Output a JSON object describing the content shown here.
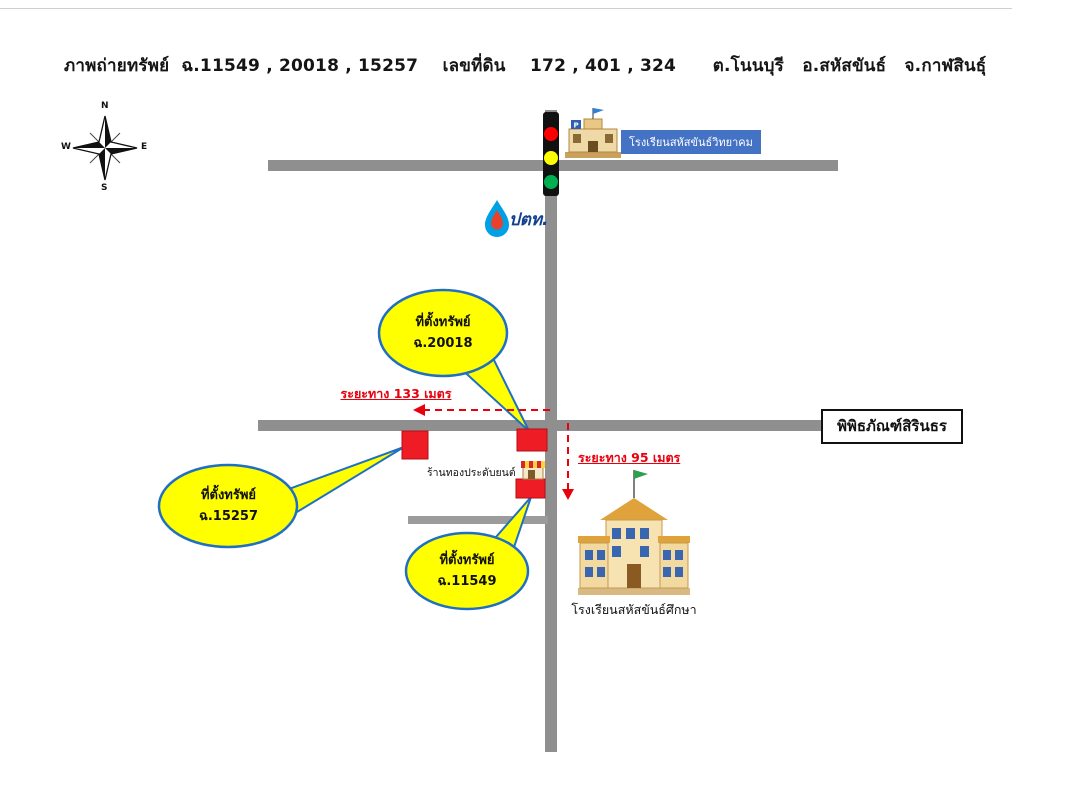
{
  "title": "ภาพถ่ายทรัพย์  ฉ.11549 , 20018 , 15257    เลขที่ดิน    172 , 401 , 324      ต.โนนบุรี   อ.สหัสขันธ์   จ.กาฬสินธุ์",
  "compass": {
    "n": "N",
    "e": "E",
    "s": "S",
    "w": "W"
  },
  "landmarks": {
    "school_top_label": "โรงเรียนสหัสขันธ์วิทยาคม",
    "school_top_sign": "P",
    "ptt_label": "ปตท.",
    "museum_label": "พิพิธภัณฑ์สิรินธร",
    "gold_shop_label": "ร้านทองประดับยนต์",
    "school_bottom_label": "โรงเรียนสหัสขันธ์ศึกษา"
  },
  "callouts": [
    {
      "line1": "ที่ตั้งทรัพย์",
      "line2": "ฉ.20018"
    },
    {
      "line1": "ที่ตั้งทรัพย์",
      "line2": "ฉ.15257"
    },
    {
      "line1": "ที่ตั้งทรัพย์",
      "line2": "ฉ.11549"
    }
  ],
  "distances": [
    {
      "label": "ระยะทาง 133 เมตร"
    },
    {
      "label": "ระยะทาง 95 เมตร"
    }
  ],
  "colors": {
    "road": "#8f8f8f",
    "callout_fill": "#ffff00",
    "callout_border": "#1f6fc4",
    "property_marker": "#ee1c25",
    "distance_text": "#e8000d",
    "school_label_bg": "#4472c4",
    "museum_border": "#111111"
  }
}
